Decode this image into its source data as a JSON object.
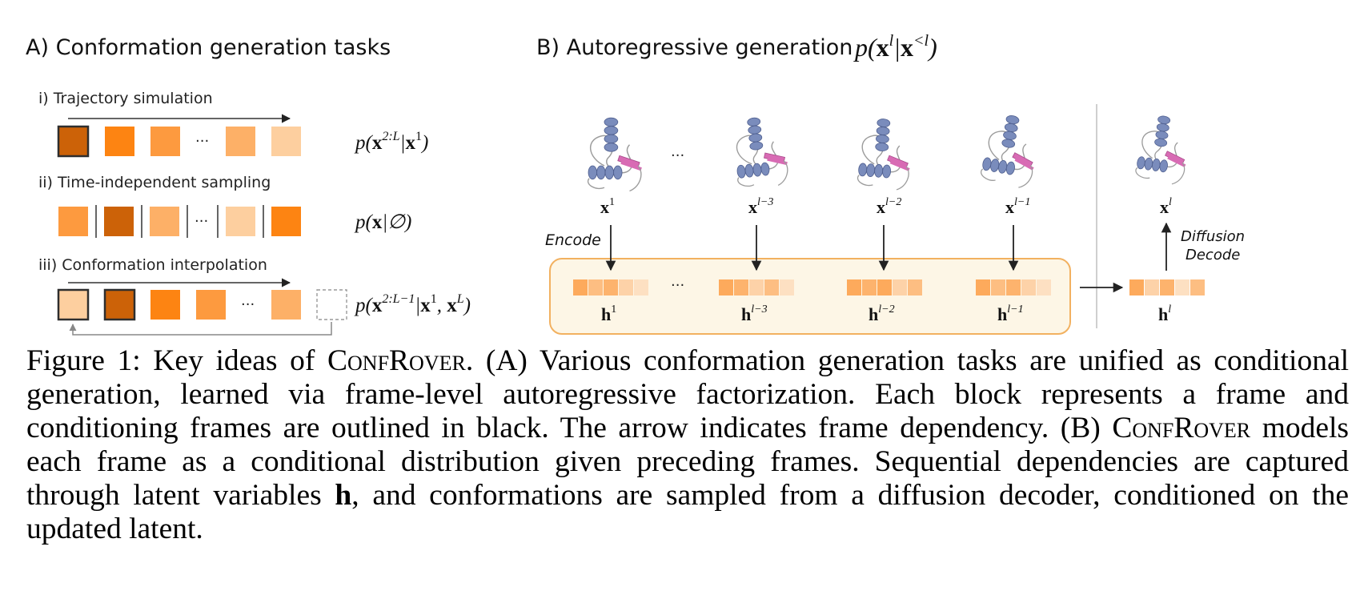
{
  "panel_a": {
    "title": "A) Conformation generation tasks",
    "tasks": [
      {
        "label": "i) Trajectory simulation",
        "formula": "p(x^{2:L}|x^1)"
      },
      {
        "label": "ii) Time-independent sampling",
        "formula": "p(x|∅)"
      },
      {
        "label": "iii) Conformation interpolation",
        "formula": "p(x^{2:L−1}|x^1, x^L)"
      }
    ],
    "ellipsis": "···",
    "colors": {
      "dark": "#cc6208",
      "orange": "#fd8412",
      "mid": "#fd9a3f",
      "light": "#fdb067",
      "pale": "#fdcf9f",
      "outline": "#2e2e2e"
    }
  },
  "panel_b": {
    "title_text": "B) Autoregressive generation",
    "title_formula": "p(x^l|x^{<l})",
    "frames": [
      {
        "label_base": "x",
        "label_sup": "1",
        "latent_base": "h",
        "latent_sup": "1"
      },
      {
        "label_base": "x",
        "label_sup": "l−3",
        "latent_base": "h",
        "latent_sup": "l−3"
      },
      {
        "label_base": "x",
        "label_sup": "l−2",
        "latent_base": "h",
        "latent_sup": "l−2"
      },
      {
        "label_base": "x",
        "label_sup": "l−1",
        "latent_base": "h",
        "latent_sup": "l−1"
      }
    ],
    "output": {
      "label_base": "x",
      "label_sup": "l",
      "latent_base": "h",
      "latent_sup": "l"
    },
    "ellipsis": "···",
    "encode_label": "Encode",
    "decode_label_1": "Diffusion",
    "decode_label_2": "Decode",
    "colors": {
      "latent_box_fill": "#fdf6e6",
      "latent_box_stroke": "#f2b160",
      "helix": "#7a8cbc",
      "sheet": "#d86bb4",
      "coil": "#9c9c9c"
    }
  },
  "caption": {
    "figure_label": "Figure 1:",
    "lead": "Key ideas of",
    "model_name": "ConfRover",
    "part1": ". (A) Various conformation generation tasks are unified as conditional generation, learned via frame-level autoregressive factorization. Each block represents a frame and conditioning frames are outlined in black. The arrow indicates frame dependency. (B)",
    "part2": "models each frame as a conditional distribution given preceding frames. Sequential dependencies are captured through latent variables",
    "latent_symbol": "h",
    "part3": ", and conformations are sampled from a diffusion decoder, conditioned on the updated latent."
  }
}
